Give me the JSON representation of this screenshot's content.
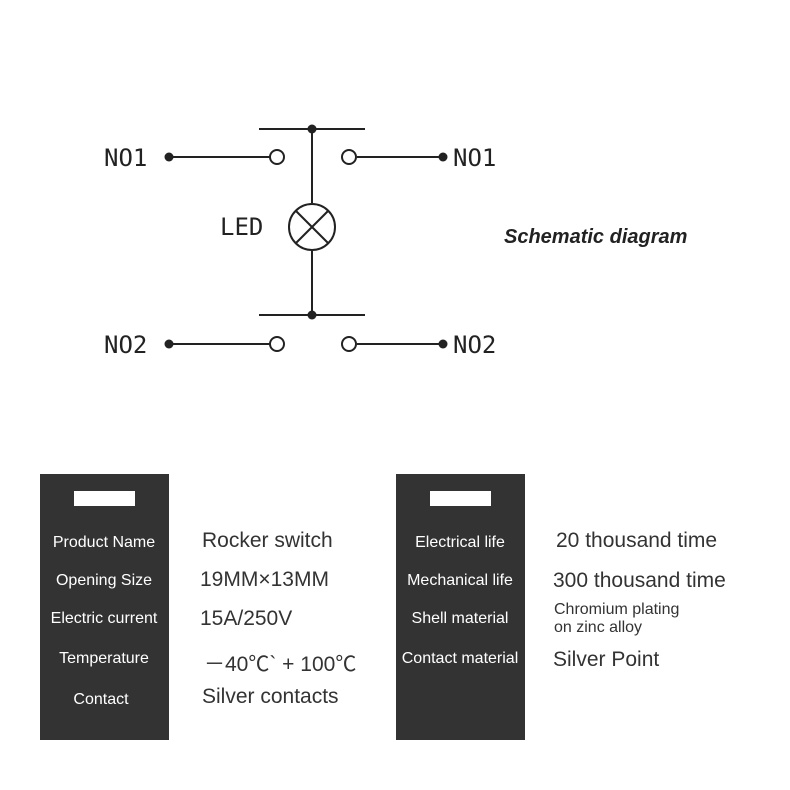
{
  "diagram": {
    "labels": {
      "no1_left": "NO1",
      "no1_right": "NO1",
      "no2_left": "NO2",
      "no2_right": "NO2",
      "led": "LED"
    },
    "title": "Schematic diagram"
  },
  "specs": {
    "left": [
      {
        "label": "Product Name",
        "value": "Rocker switch"
      },
      {
        "label": "Opening Size",
        "value": "19MM×13MM"
      },
      {
        "label": "Electric current",
        "value": "15A/250V"
      },
      {
        "label": "Temperature",
        "value": "－40℃` + 100℃"
      },
      {
        "label": "Contact",
        "value": "Silver contacts"
      }
    ],
    "right": [
      {
        "label": "Electrical life",
        "value": "20 thousand time"
      },
      {
        "label": "Mechanical life",
        "value": "300 thousand time"
      },
      {
        "label": "Shell material",
        "value_line1": "Chromium plating",
        "value_line2": "on zinc alloy"
      },
      {
        "label": "Contact material",
        "value": "Silver Point"
      }
    ]
  },
  "colors": {
    "panel": "#333333",
    "text": "#222222"
  }
}
